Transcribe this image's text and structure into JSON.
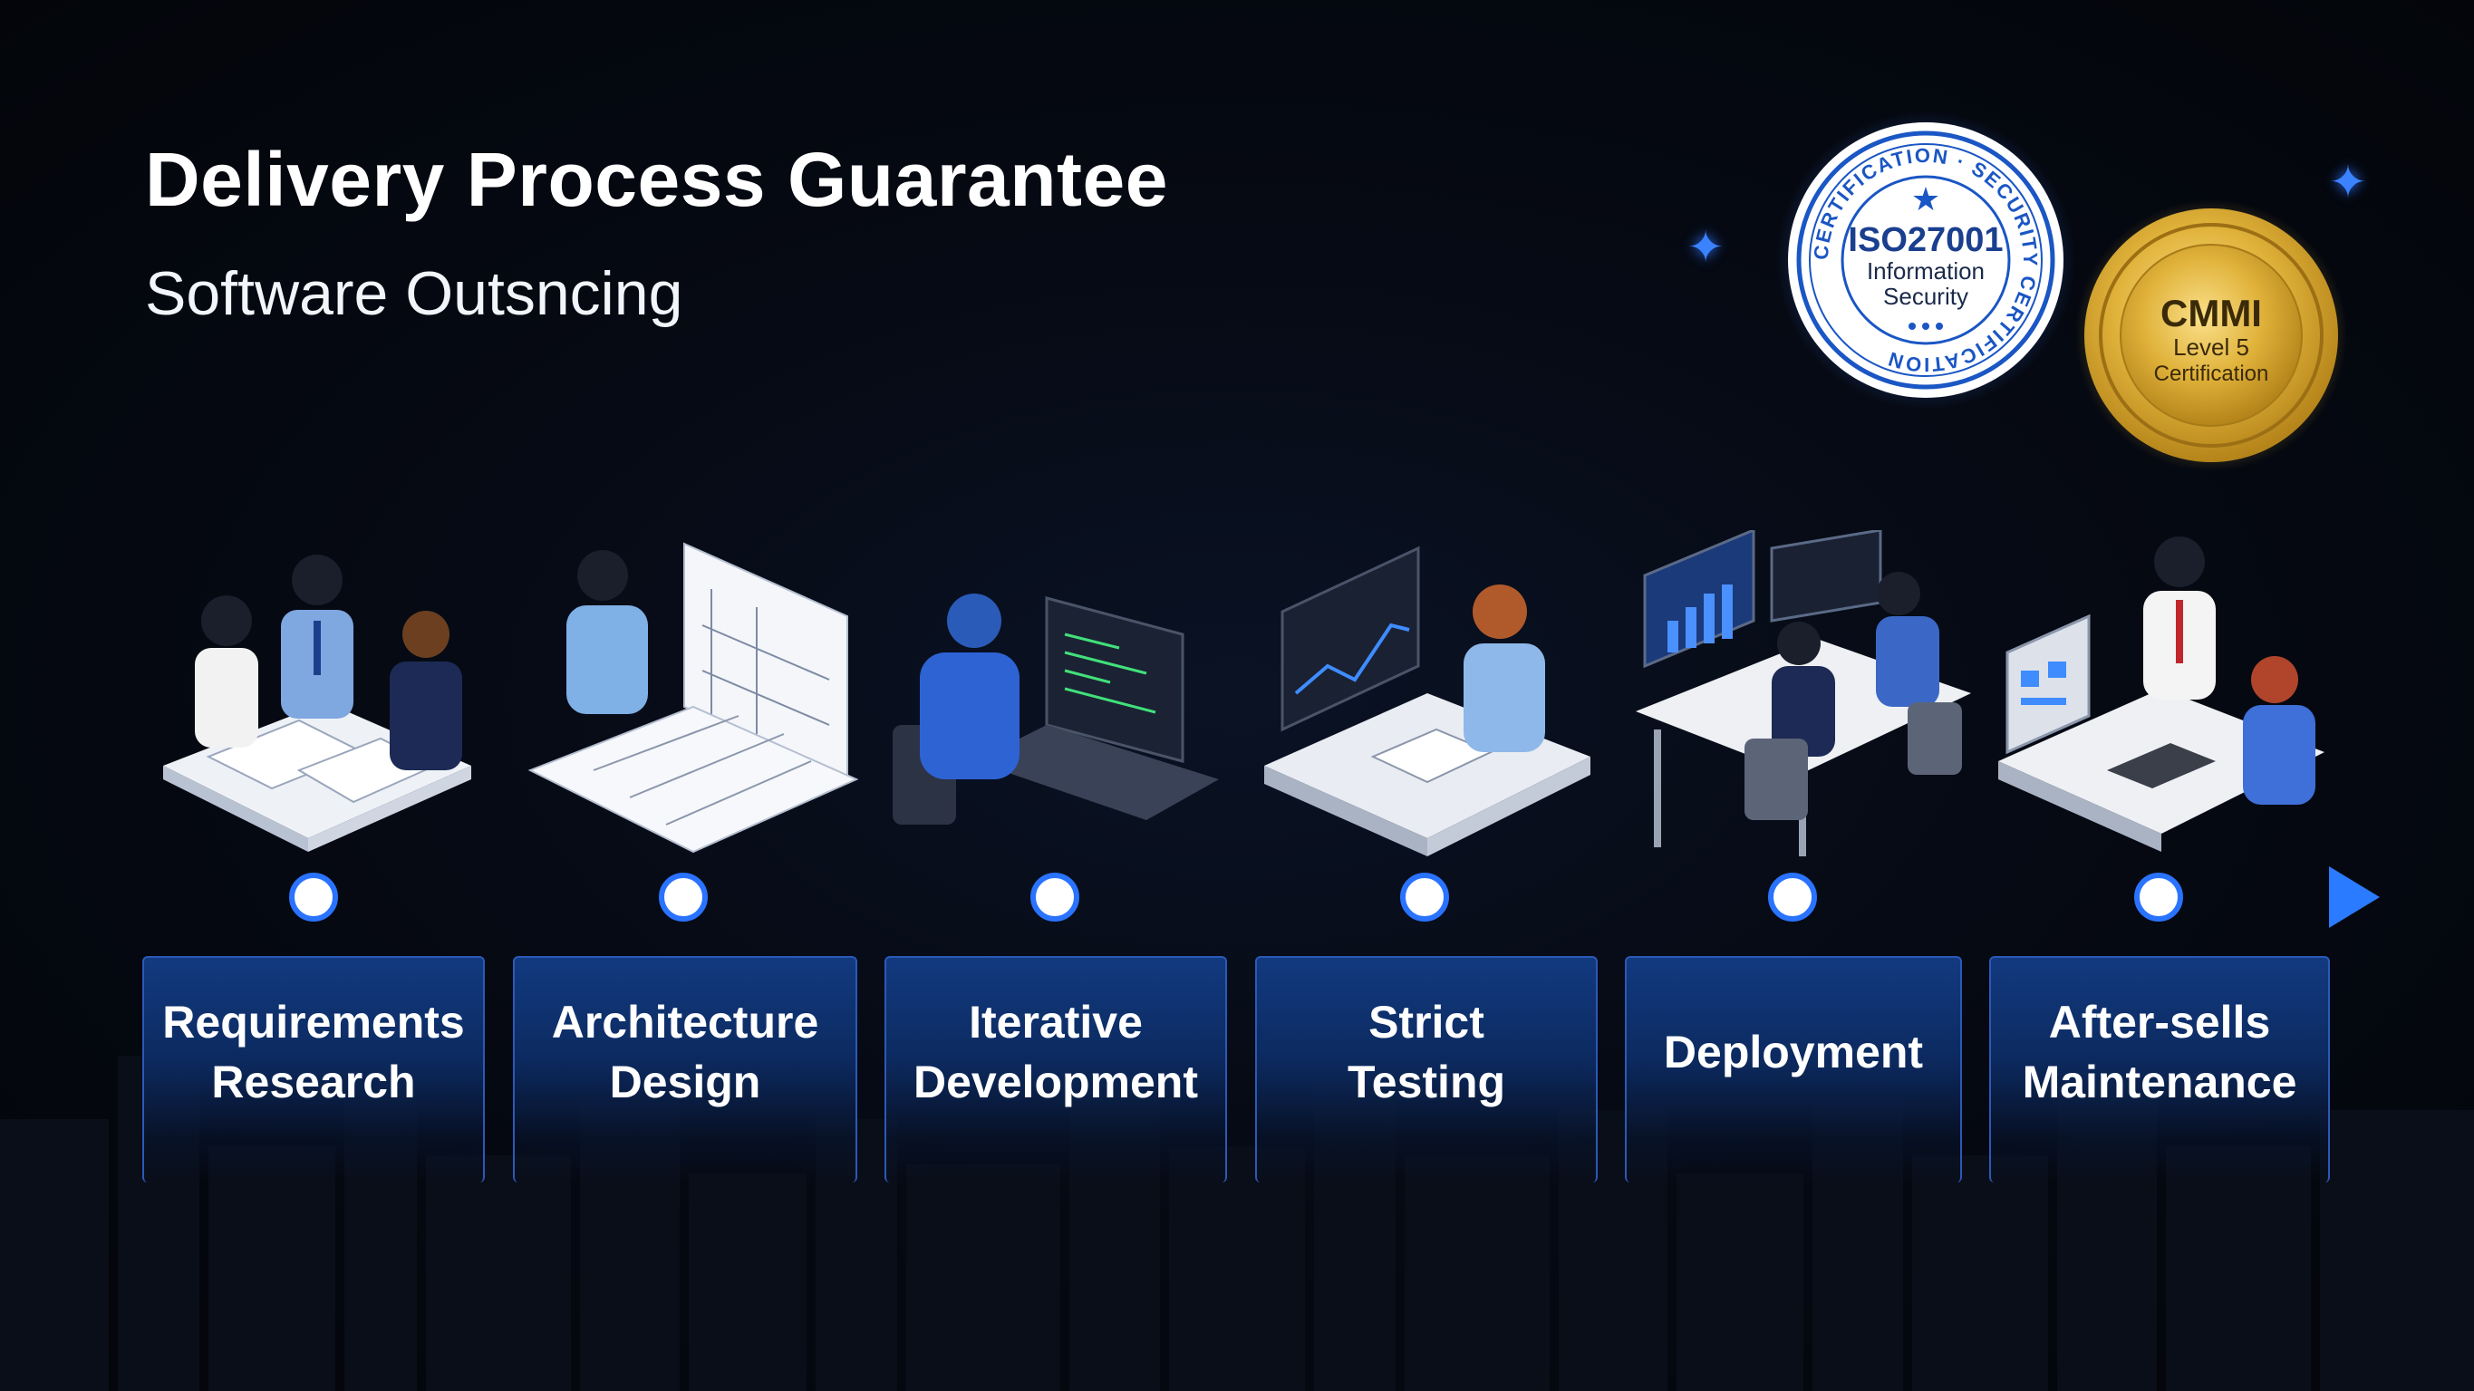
{
  "header": {
    "title": "Delivery Process Guarantee",
    "subtitle": "Software Outsncing"
  },
  "badges": [
    {
      "name": "iso-badge",
      "title": "ISO27001",
      "line1": "Information",
      "line2": "Security",
      "ring_text": "CERTIFICATION · SECURITY CERTIFICATION",
      "color": "#1a56c4"
    },
    {
      "name": "cmmi-badge",
      "title": "CMMI",
      "line1": "Level 5",
      "line2": "Certification",
      "color": "#d4a528"
    }
  ],
  "steps": [
    {
      "label": "Requirements\nResearch",
      "icon": "team-reviewing-documents-illustration"
    },
    {
      "label": "Architecture\nDesign",
      "icon": "architect-blueprint-illustration"
    },
    {
      "label": "Iterative\nDevelopment",
      "icon": "developer-coding-illustration"
    },
    {
      "label": "Strict\nTesting",
      "icon": "tester-analytics-illustration"
    },
    {
      "label": "Deployment",
      "icon": "deployment-workstation-illustration"
    },
    {
      "label": "After-sells\nMaintenance",
      "icon": "maintenance-team-illustration"
    }
  ],
  "colors": {
    "accent": "#1f6bff",
    "card": "#0f3372",
    "node": "#ffffff",
    "background": "#05070d"
  }
}
